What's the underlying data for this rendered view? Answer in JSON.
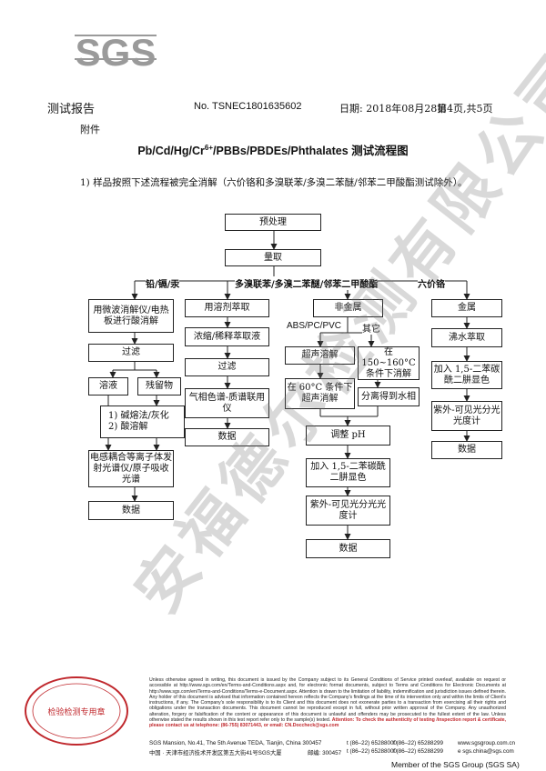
{
  "header": {
    "logo_text": "SGS",
    "report_label": "测试报告",
    "report_no": "No. TSNEC1801635602",
    "date": "日期: 2018年08月28日",
    "page": "第4页,共5页"
  },
  "annex_label": "附件",
  "title": {
    "prefix": "Pb/Cd/Hg/Cr",
    "sup": "6+",
    "suffix": "/PBBs/PBDEs/Phthalates 测试流程图"
  },
  "intro": "1) 样品按照下述流程被完全消解（六价铬和多溴联苯/多溴二苯醚/邻苯二甲酸酯测试除外）。",
  "flow": {
    "pretreat": "预处理",
    "measure": "量取",
    "branch_metals": "铅/镉/汞",
    "branch_organics": "多溴联苯/多溴二苯醚/邻苯二甲酸酯",
    "branch_cr": "六价铬",
    "m1": "用微波消解仪/电热板进行酸消解",
    "m2": "过滤",
    "m3": "溶液",
    "m4": "残留物",
    "m5a": "1) 碱熔法/灰化",
    "m5b": "2) 酸溶解",
    "m6": "电感耦合等离子体发射光谱仪/原子吸收光谱",
    "m7": "数据",
    "o1": "用溶剂萃取",
    "o2": "浓缩/稀释萃取液",
    "o3": "过滤",
    "o4": "气相色谱-质谱联用仪",
    "o5": "数据",
    "n1": "非金属",
    "n_abs": "ABS/PC/PVC",
    "n_other": "其它",
    "n2": "超声溶解",
    "n3": "在 150~160°C 条件下消解",
    "n4": "在 60°C 条件下超声消解",
    "n5": "分离得到水相",
    "n6": "调整 pH",
    "n7": "加入 1,5-二苯碳酰二肼显色",
    "n8": "紫外-可见光分光光度计",
    "n9": "数据",
    "c1": "金属",
    "c2": "沸水萃取",
    "c3": "加入 1,5-二苯碳酰二肼显色",
    "c4": "紫外-可见光分光光度计",
    "c5": "数据"
  },
  "stamp": {
    "text": "安福德尔检测有限公司",
    "seal_text": "检验检测专用章"
  },
  "fine_print": {
    "p1": "Unless otherwise agreed in writing, this document is issued by the Company subject to its General Conditions of Service printed overleaf, available on request or accessible at http://www.sgs.com/en/Terms-and-Conditions.aspx and, for electronic format documents, subject to Terms and Conditions for Electronic Documents at http://www.sgs.com/en/Terms-and-Conditions/Terms-e-Document.aspx. Attention is drawn to the limitation of liability, indemnification and jurisdiction issues defined therein. Any holder of this document is advised that information contained hereon reflects the Company's findings at the time of its intervention only and within the limits of Client's instructions, if any. The Company's sole responsibility is to its Client and this document does not exonerate parties to a transaction from exercising all their rights and obligations under the transaction documents. This document cannot be reproduced except in full, without prior written approval of the Company. Any unauthorized alteration, forgery or falsification of the content or appearance of this document is unlawful and offenders may be prosecuted to the fullest extent of the law. Unless otherwise stated the results shown in this test report refer only to the sample(s) tested.",
    "p2": "Attention: To check the authenticity of testing /inspection report & certificate, please contact us at telephone: (86-755) 83071443, or email: CN.Doccheck@sgs.com"
  },
  "footer": {
    "addr_en": "SGS Mansion, No.41, The 5th Avenue TEDA, Tianjin, China  300457",
    "tel_en": "t (86–22) 65288000",
    "fax_en": "f (86–22) 65288299",
    "web": "www.sgsgroup.com.cn",
    "addr_cn": "中国 · 天津市经济技术开发区第五大街41号SGS大厦",
    "postal_cn": "邮编: 300457",
    "tel_cn": "t (86–22) 65288000",
    "fax_cn": "f (86–22) 65288299",
    "email": "e sgs.china@sgs.com",
    "member": "Member of the SGS Group (SGS SA)"
  },
  "colors": {
    "logo_gray": "#9a9a9a",
    "attention_red": "#c0282d"
  }
}
